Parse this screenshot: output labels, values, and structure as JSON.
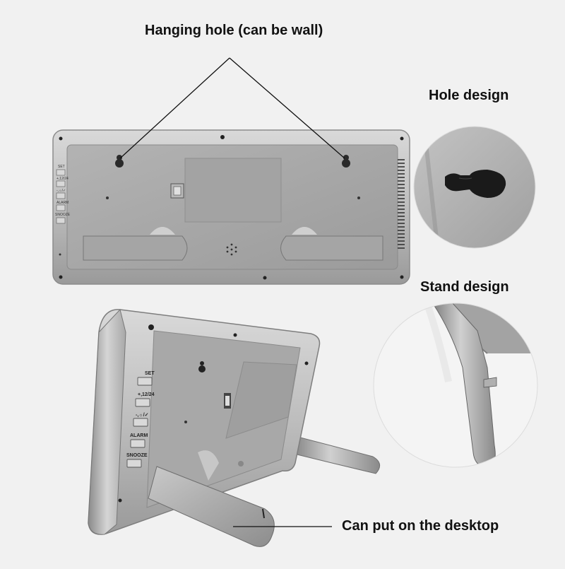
{
  "annotations": {
    "hanging_hole": "Hanging hole (can be wall)",
    "hole_design": "Hole design",
    "stand_design": "Stand design",
    "desktop": "Can put on the desktop"
  },
  "clock_buttons": {
    "set": "SET",
    "hour_format": "+,12/24",
    "minus_light": "-,☼/✓",
    "alarm": "ALARM",
    "snooze": "SNOOZE"
  },
  "colors": {
    "background": "#f1f1f1",
    "body_silver": "#b9b9b9",
    "panel_grey": "#a7a7a7",
    "label_text": "#111111"
  }
}
